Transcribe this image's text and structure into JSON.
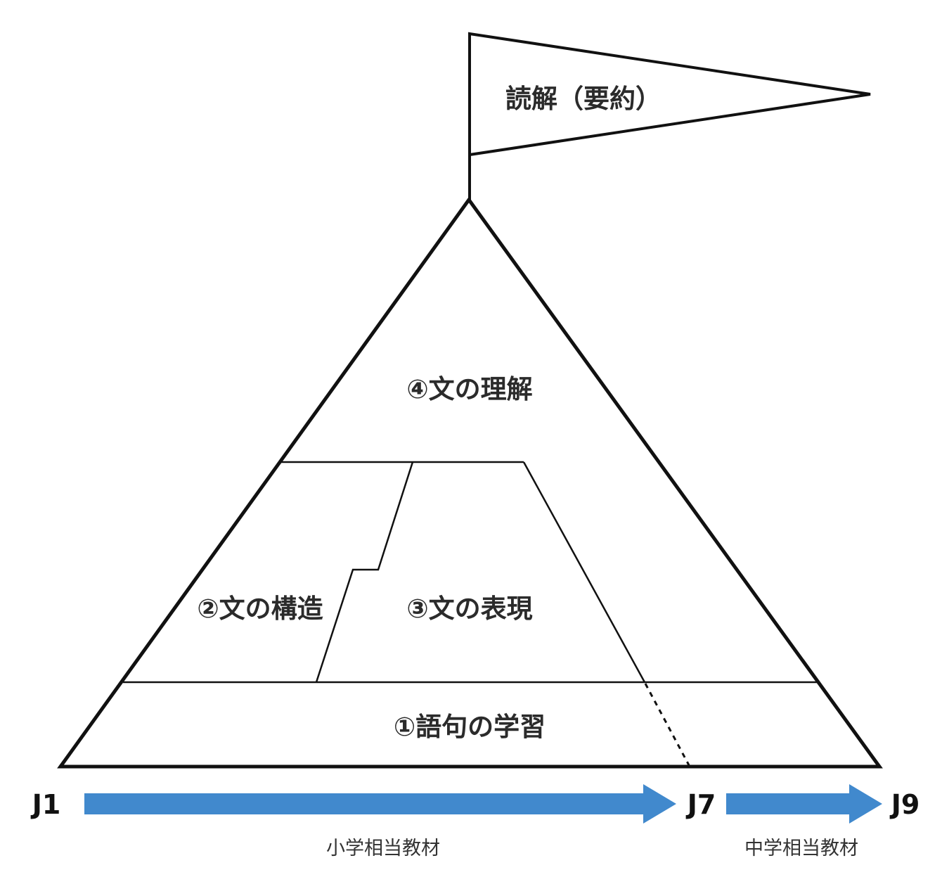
{
  "flag": {
    "label": "読解（要約）"
  },
  "sections": {
    "understanding": "④文の理解",
    "structure": "②文の構造",
    "expression": "③文の表現",
    "vocabulary": "①語句の学習"
  },
  "timeline": {
    "start": "J1",
    "middle": "J7",
    "end": "J9",
    "segment1_caption": "小学相当教材",
    "segment2_caption": "中学相当教材",
    "arrow_color": "#4189cd"
  }
}
